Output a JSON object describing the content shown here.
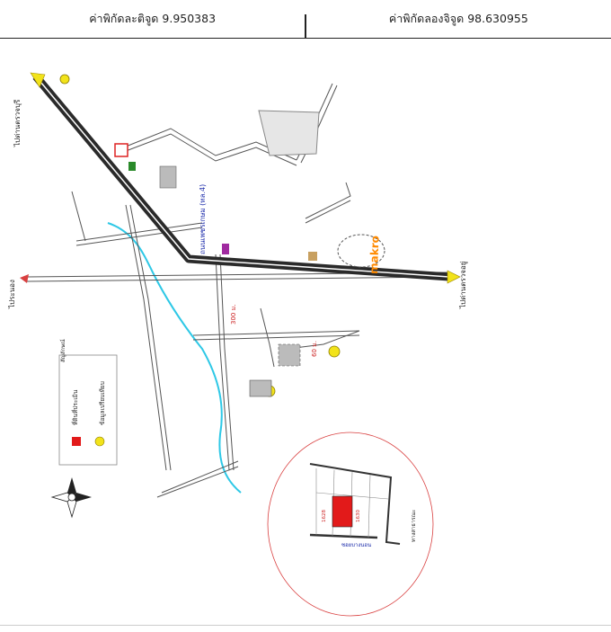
{
  "header": {
    "latitude_text": "ค่าพิกัดละติจูด 9.950383",
    "longitude_text": "ค่าพิกัดลองจิจูด 98.630955"
  },
  "map_labels": {
    "makro": "makro",
    "distance_300": "300 ม.",
    "distance_60": "60 ม.",
    "legend_title": "สัญลักษณ์",
    "legend_land": "ที่ดินที่ประเมิน",
    "legend_village": "ข้อมูลเปรียบเทียบ",
    "road_north": "ไปด่านตรวจบุรี",
    "road_south": "ไปด่านตรวจอยู่",
    "road_west": "ไประนอง",
    "main_road": "ถนนเพชรเกษม (ทล.4)",
    "inset_lot_a": "1628",
    "inset_lot_b": "1630",
    "inset_road": "ซอยบางนอน",
    "inset_road2": "ทางสาธารณะ"
  },
  "colors": {
    "road_dark": "#2a2a2a",
    "river": "#2ec8e6",
    "subject": "#e21a1a",
    "comparable": "#f2e31a",
    "inset_circle": "#d94040",
    "arrow": "#f2e31a"
  }
}
